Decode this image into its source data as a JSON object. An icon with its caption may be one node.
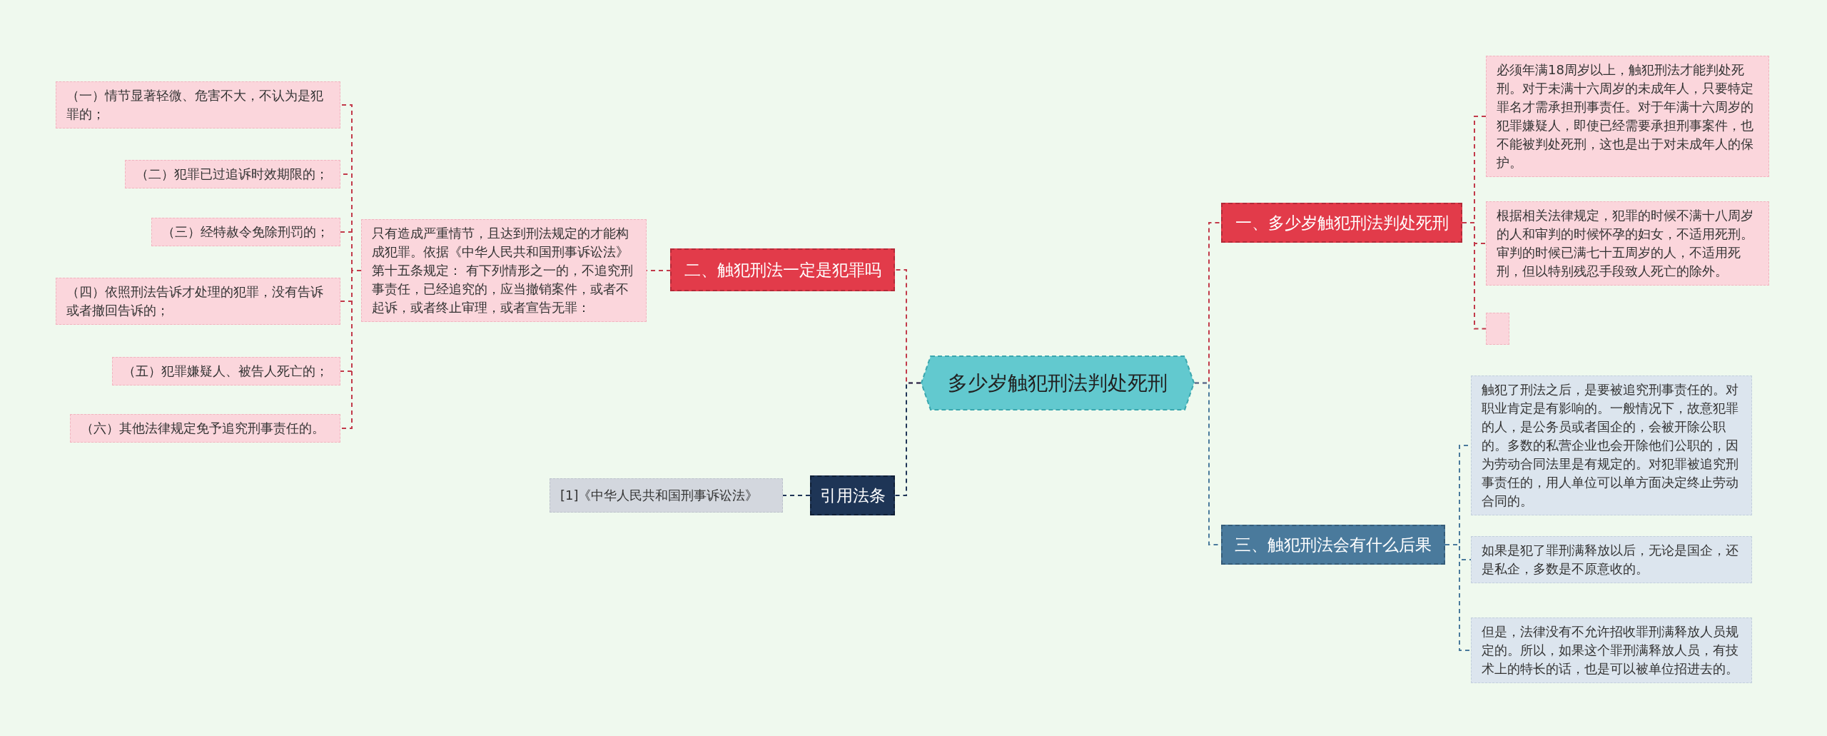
{
  "diagram": {
    "nodes": [
      {
        "text": [
          "多少岁触犯刑法判处死刑"
        ]
      },
      {
        "text": [
          "一、多少岁触犯刑法判处死刑"
        ]
      },
      {
        "text": [
          "必须年满18周岁以上，触犯刑法才能判处死刑。对于未满十六周岁的未成年人，只要特定罪名才需承担刑事责任。对于年满十六周岁的犯罪嫌疑人，即使已经需要承担刑事案件，也不能被判处死刑，这也是出于对未成年人的保护。"
        ]
      },
      {
        "text": [
          "根据相关法律规定，犯罪的时候不满十八周岁的人和审判的时候怀孕的妇女，不适用死刑。审判的时候已满七十五周岁的人，不适用死刑，但以特别残忍手段致人死亡的除外。"
        ]
      },
      {
        "text": [],
        "shape": "box"
      },
      {
        "text": [
          "二、触犯刑法一定是犯罪吗"
        ]
      },
      {
        "text": [
          "只有造成严重情节，且达到刑法规定的才能构成犯罪。依据《中华人民共和国刑事诉讼法》第十五条规定： 有下列情形之一的，不追究刑事责任，已经追究的，应当撤销案件，或者不起诉，或者终止审理，或者宣告无罪："
        ]
      },
      {
        "text": [
          "（一）情节显著轻微、危害不大，不认为是犯罪的；"
        ]
      },
      {
        "text": [
          "（二）犯罪已过追诉时效期限的；"
        ]
      },
      {
        "text": [
          "（三）经特赦令免除刑罚的；"
        ]
      },
      {
        "text": [
          "（四）依照刑法告诉才处理的犯罪，没有告诉或者撤回告诉的；"
        ]
      },
      {
        "text": [
          "（五）犯罪嫌疑人、被告人死亡的；"
        ]
      },
      {
        "text": [
          "（六）其他法律规定免予追究刑事责任的。"
        ]
      },
      {
        "text": [
          "三、触犯刑法会有什么后果"
        ]
      },
      {
        "text": [
          "触犯了刑法之后，是要被追究刑事责任的。对职业肯定是有影响的。一般情况下，故意犯罪的人，是公务员或者国企的，会被开除公职的。多数的私营企业也会开除他们公职的，因为劳动合同法里是有规定的。对犯罪被追究刑事责任的，用人单位可以单方面决定终止劳动合同的。"
        ]
      },
      {
        "text": [
          "如果是犯了罪刑满释放以后，无论是国企，还是私企，多数是不原意收的。"
        ]
      },
      {
        "text": [
          "但是，法律没有不允许招收罪刑满释放人员规定的。所以，如果这个罪刑满释放人员，有技术上的特长的话，也是可以被单位招进去的。"
        ]
      },
      {
        "text": [
          "引用法条"
        ]
      },
      {
        "text": [
          "[1]《中华人民共和国刑事诉讼法》"
        ]
      }
    ],
    "edges": [
      {
        "from": 0,
        "to": 1,
        "arrow": "none"
      },
      {
        "from": 1,
        "to": 2,
        "arrow": "none"
      },
      {
        "from": 1,
        "to": 3,
        "arrow": "none"
      },
      {
        "from": 1,
        "to": 4,
        "arrow": "none"
      },
      {
        "from": 0,
        "to": 5,
        "arrow": "none"
      },
      {
        "from": 5,
        "to": 6,
        "arrow": "none"
      },
      {
        "from": 6,
        "to": 7,
        "arrow": "none"
      },
      {
        "from": 6,
        "to": 8,
        "arrow": "none"
      },
      {
        "from": 6,
        "to": 9,
        "arrow": "none"
      },
      {
        "from": 6,
        "to": 10,
        "arrow": "none"
      },
      {
        "from": 6,
        "to": 11,
        "arrow": "none"
      },
      {
        "from": 6,
        "to": 12,
        "arrow": "none"
      },
      {
        "from": 0,
        "to": 13,
        "arrow": "none",
        "color": "#4a7a9c"
      },
      {
        "from": 13,
        "to": 14,
        "arrow": "none",
        "color": "#4a7a9c"
      },
      {
        "from": 13,
        "to": 15,
        "arrow": "none",
        "color": "#4a7a9c"
      },
      {
        "from": 13,
        "to": 16,
        "arrow": "none",
        "color": "#4a7a9c"
      },
      {
        "from": 0,
        "to": 17,
        "arrow": "none",
        "color": "#1e3556"
      },
      {
        "from": 17,
        "to": 18,
        "arrow": "none",
        "color": "#1e3556"
      }
    ]
  }
}
